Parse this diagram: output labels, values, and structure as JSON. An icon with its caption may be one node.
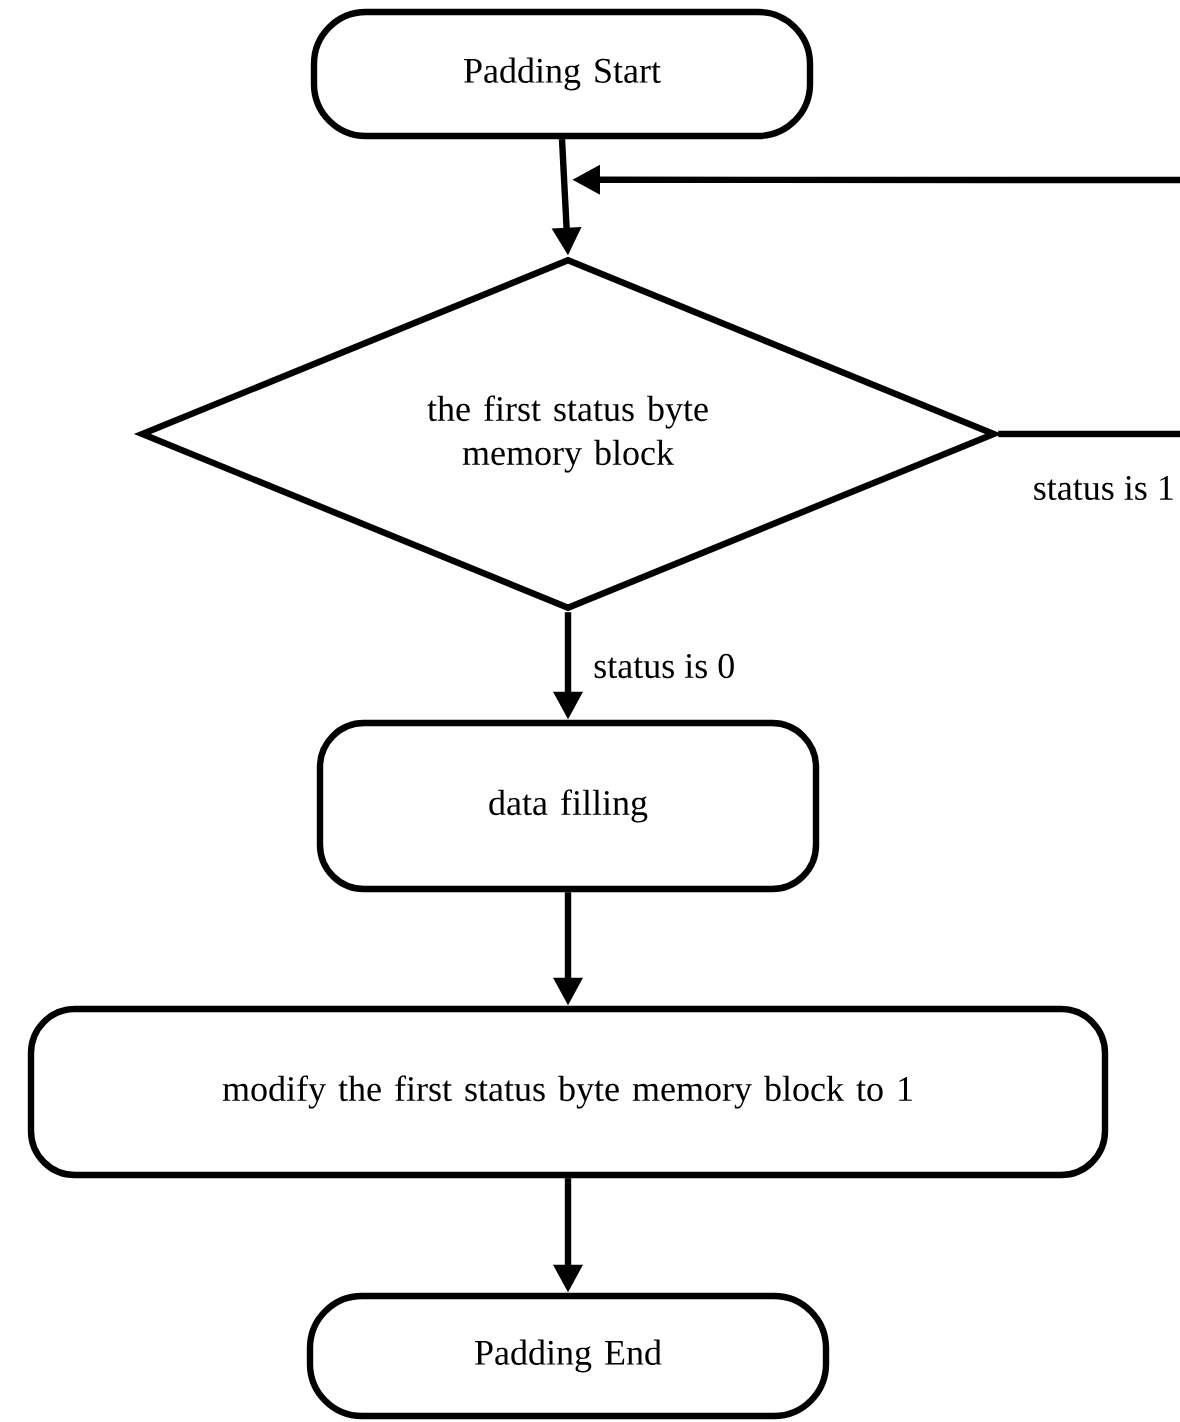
{
  "diagram": {
    "nodes": [
      {
        "text": [
          "Padding Start"
        ]
      },
      {
        "text": [
          "the first status byte memory block"
        ]
      },
      {
        "text": [
          "data filling"
        ]
      },
      {
        "text": [
          "modify the first status byte memory block to 1"
        ]
      },
      {
        "text": [
          "Padding End"
        ]
      }
    ],
    "edges": [
      {
        "from": 0,
        "to": 1,
        "arrow": "to"
      },
      {
        "from": 1,
        "to": null,
        "arrow": "none",
        "label": "status is 1"
      },
      {
        "from": null,
        "to": 1,
        "arrow": "to"
      },
      {
        "from": 1,
        "to": 2,
        "arrow": "to",
        "label": "status is 0"
      },
      {
        "from": 2,
        "to": 3,
        "arrow": "to"
      },
      {
        "from": 3,
        "to": 4,
        "arrow": "to"
      }
    ]
  }
}
